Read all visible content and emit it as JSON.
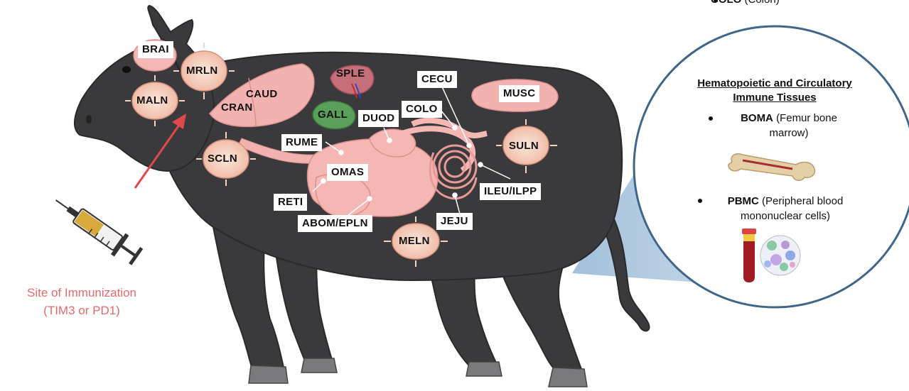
{
  "top_note": {
    "abbr": "COLO",
    "desc": "(Colon)"
  },
  "labels": {
    "brai": "BRAI",
    "mrln": "MRLN",
    "maln": "MALN",
    "spleen": "SPLE",
    "caud": "CAUD",
    "cran": "CRAN",
    "gall": "GALL",
    "duod": "DUOD",
    "cecu": "CECU",
    "colo": "COLO",
    "musc": "MUSC",
    "rume": "RUME",
    "scln": "SCLN",
    "suln": "SULN",
    "omas": "OMAS",
    "reti": "RETI",
    "ileu": "ILEU/ILPP",
    "jeju": "JEJU",
    "abom": "ABOM/EPLN",
    "meln": "MELN"
  },
  "bubble": {
    "title_line1": "Hematopoietic and Circulatory",
    "title_line2": "Immune Tissues",
    "boma_abbr": "BOMA",
    "boma_desc_1": "(Femur bone",
    "boma_desc_2": "marrow)",
    "pbmc_abbr": "PBMC",
    "pbmc_desc_1": "(Peripheral blood",
    "pbmc_desc_2": "mononuclear cells)"
  },
  "injection": {
    "line1": "Site of Immunization",
    "line2": "(TIM3 or PD1)"
  },
  "colors": {
    "cow_body": "#3a3a3c",
    "organ_pink": "#f2b3b0",
    "lymph_node": "#f6d2c0",
    "gallbladder": "#5aa05a",
    "arrow": "#e0494b",
    "callout_cone": "#8fb3d3",
    "circle_border": "#3f6688"
  }
}
